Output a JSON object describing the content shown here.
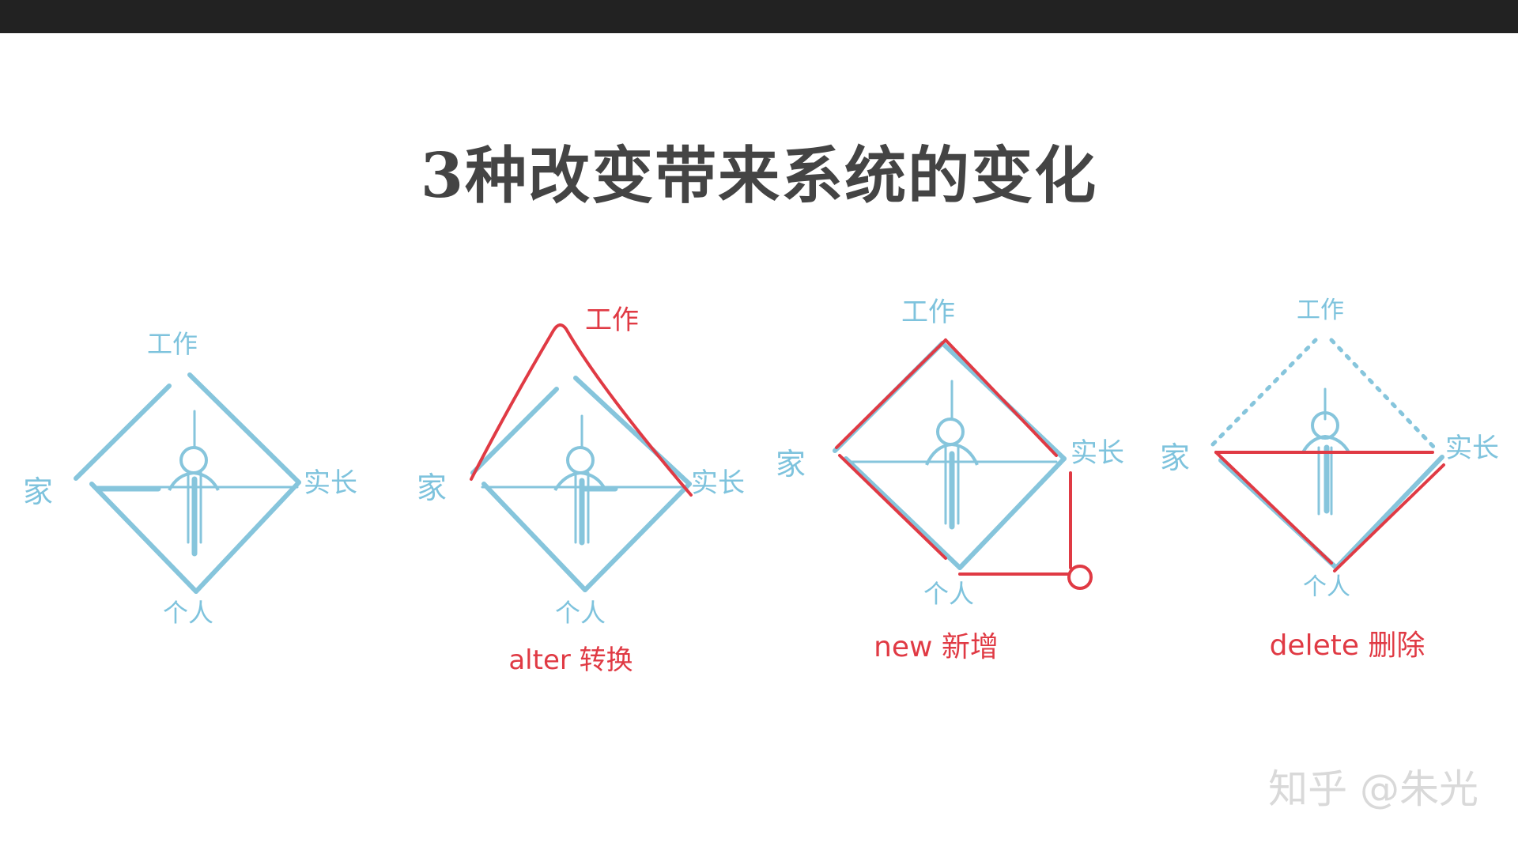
{
  "slide": {
    "title": "3种改变带来系统的变化",
    "watermark": "知乎 @朱光"
  },
  "colors": {
    "base_line": "#86c5dc",
    "change_line": "#e03a44",
    "title": "#444444",
    "top_bar": "#222222"
  },
  "diagrams": [
    {
      "labels": {
        "top": "工作",
        "left": "家",
        "right": "实长",
        "bottom": "个人"
      },
      "caption": ""
    },
    {
      "labels": {
        "top": "工作",
        "left": "家",
        "right": "实长",
        "bottom": "个人"
      },
      "caption": "alter 转换"
    },
    {
      "labels": {
        "top": "工作",
        "left": "家",
        "right": "实长",
        "bottom": "个人"
      },
      "caption": "new 新增"
    },
    {
      "labels": {
        "top": "工作",
        "left": "家",
        "right": "实长",
        "bottom": "个人"
      },
      "caption": "delete 删除"
    }
  ]
}
